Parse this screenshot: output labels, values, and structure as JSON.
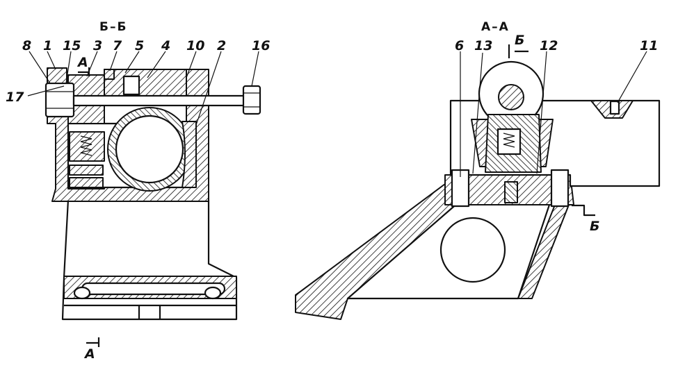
{
  "section_titles": {
    "left": "Б–Б",
    "right": "А–А"
  },
  "section_marks": {
    "left_top": "А",
    "left_bottom": "А",
    "right_top": "Б",
    "right_bottom": "Б"
  },
  "callouts_left": [
    "8",
    "1",
    "15",
    "3",
    "7",
    "5",
    "4",
    "10",
    "2",
    "16",
    "17"
  ],
  "callouts_right": [
    "6",
    "13",
    "12",
    "11"
  ],
  "colors": {
    "ink": "#111111",
    "paper": "#ffffff"
  }
}
